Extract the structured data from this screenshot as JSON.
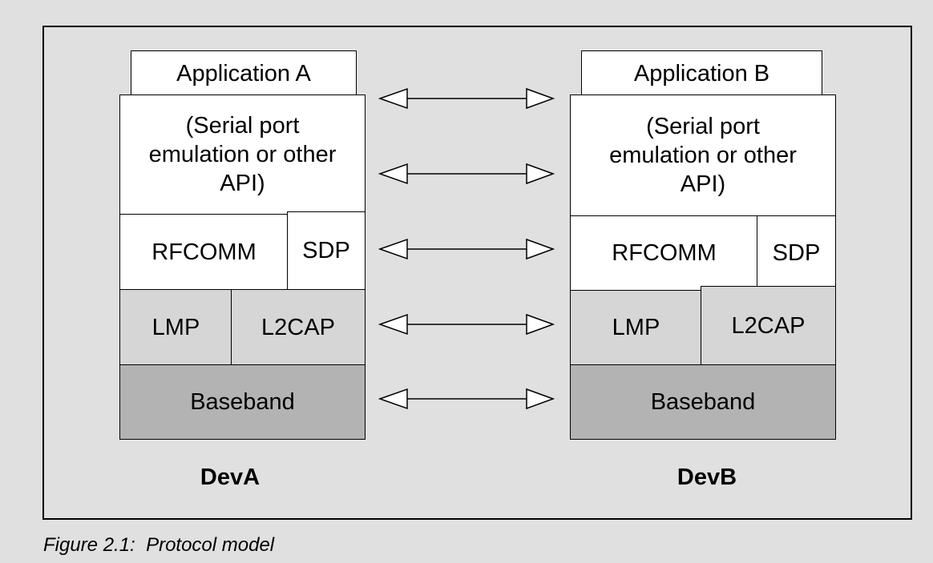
{
  "devA": {
    "application": "Application A",
    "api": "(Serial port\nemulation or other\nAPI)",
    "rfcomm": "RFCOMM",
    "sdp": "SDP",
    "lmp": "LMP",
    "l2cap": "L2CAP",
    "baseband": "Baseband",
    "label": "DevA"
  },
  "devB": {
    "application": "Application B",
    "api": "(Serial port\nemulation or other\nAPI)",
    "rfcomm": "RFCOMM",
    "sdp": "SDP",
    "lmp": "LMP",
    "l2cap": "L2CAP",
    "baseband": "Baseband",
    "label": "DevB"
  },
  "caption": "Figure 2.1:  Protocol model",
  "colors": {
    "background": "#e0e0e0",
    "white_layer": "#ffffff",
    "light_layer": "#d6d6d6",
    "dark_layer": "#b3b3b3"
  }
}
